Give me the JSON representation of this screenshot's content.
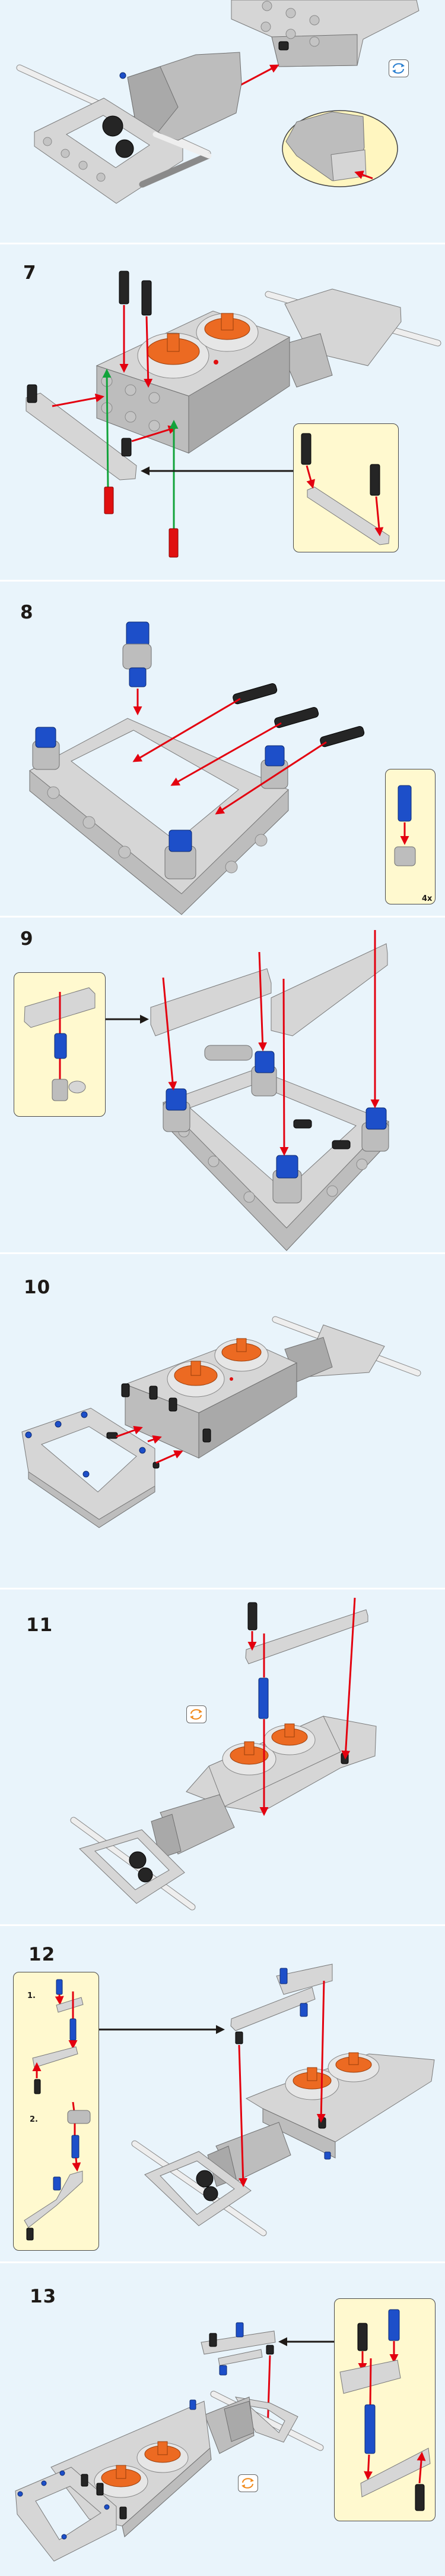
{
  "steps": [
    {
      "number": "7"
    },
    {
      "number": "8",
      "callout_count": "4x"
    },
    {
      "number": "9"
    },
    {
      "number": "10"
    },
    {
      "number": "11"
    },
    {
      "number": "12",
      "substeps": [
        "1.",
        "2."
      ]
    },
    {
      "number": "13"
    }
  ],
  "icons": {
    "rotate_model": "rotate-icon",
    "insert_arrow": "red-arrow",
    "callout_arrow": "black-arrow"
  },
  "colors": {
    "background": "#e9f4fb",
    "callout": "#fff9cf",
    "arrow_red": "#e3000f",
    "arrow_green": "#11a33a",
    "pin_blue": "#1d4fc9",
    "hub_orange": "#ec6a22",
    "rotate_icon_blue": "#2a7fd0",
    "rotate_icon_orange": "#f08a1c"
  }
}
